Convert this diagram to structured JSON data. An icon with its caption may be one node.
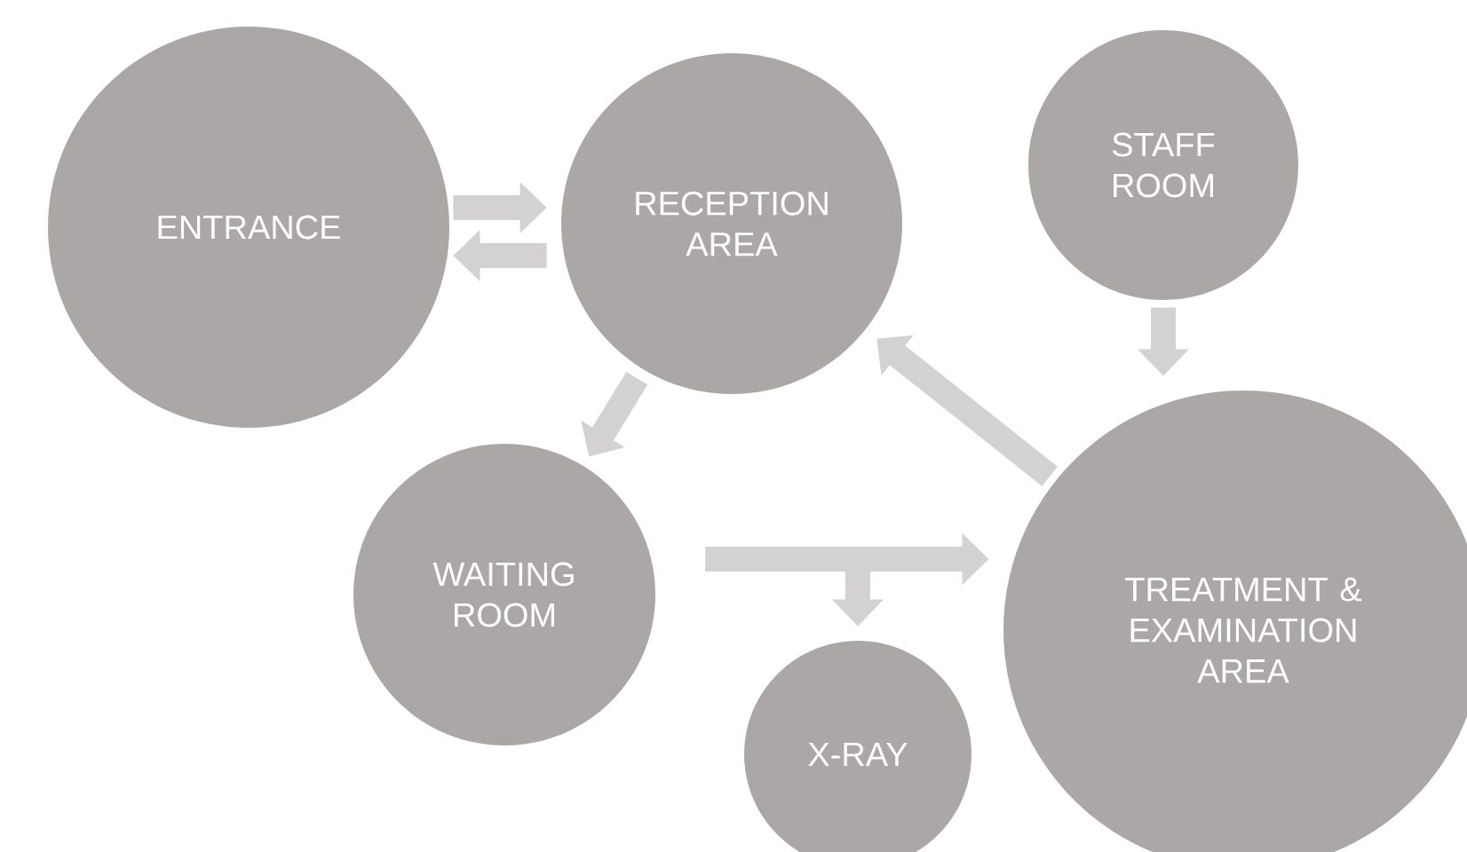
{
  "diagram": {
    "nodes": [
      {
        "text": [
          "ENTRANCE"
        ]
      },
      {
        "text": [
          "RECEPTION AREA"
        ]
      },
      {
        "text": [
          "STAFF ROOM"
        ]
      },
      {
        "text": [
          "WAITING ROOM"
        ]
      },
      {
        "text": [
          "X-RAY"
        ]
      },
      {
        "text": [
          "TREATMENT & EXAMINATION AREA"
        ]
      }
    ],
    "edges": [
      {
        "from": 0,
        "to": 1,
        "arrow": "to"
      },
      {
        "from": 1,
        "to": 0,
        "arrow": "to"
      },
      {
        "from": 1,
        "to": 3,
        "arrow": "to"
      },
      {
        "from": 3,
        "to": 5,
        "arrow": "to"
      },
      {
        "from": 3,
        "to": 4,
        "arrow": "to"
      },
      {
        "from": 5,
        "to": 1,
        "arrow": "to"
      },
      {
        "from": 2,
        "to": 5,
        "arrow": "to"
      }
    ]
  }
}
